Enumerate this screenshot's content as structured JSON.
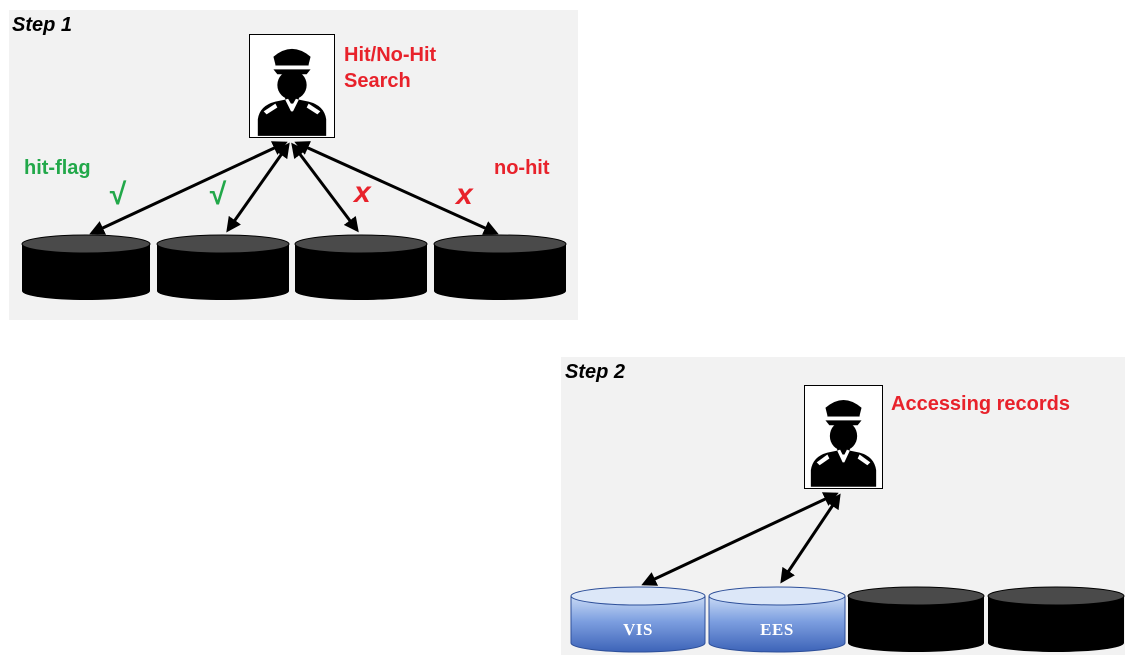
{
  "step1": {
    "title": "Step 1",
    "search_label_line1": "Hit/No-Hit",
    "search_label_line2": "Search",
    "hit_label": "hit-flag",
    "nohit_label": "no-hit",
    "marks": [
      "√",
      "√",
      "x",
      "x"
    ]
  },
  "step2": {
    "title": "Step 2",
    "access_label": "Accessing records",
    "databases": [
      "VIS",
      "EES",
      "",
      ""
    ]
  },
  "colors": {
    "red": "#e8222b",
    "green": "#22a84a",
    "panel_bg": "#f2f2f2",
    "db_black": "#000000",
    "db_blue": "#4f74c8"
  },
  "icons": {
    "officer": "police-officer-icon",
    "database": "database-cylinder-icon"
  }
}
